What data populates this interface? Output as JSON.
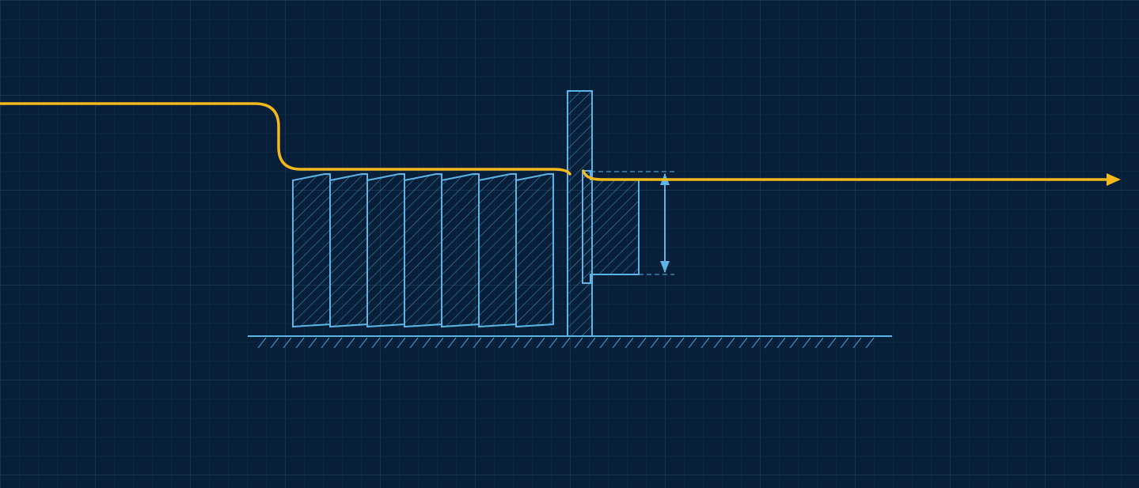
{
  "colors": {
    "background": "#071f38",
    "grid_major": "#1b3a5a",
    "grid_minor": "#102c49",
    "outline": "#5ab4e6",
    "hatch": "#3f8fbf",
    "flow_line": "#f2b81c",
    "dimension": "#5ab4e6"
  },
  "diagram": {
    "style": "blueprint-schematic",
    "leaf_count": 7,
    "has_grid": true,
    "has_dimension_marker": true,
    "has_flow_arrow": true,
    "flow_direction": "right"
  }
}
